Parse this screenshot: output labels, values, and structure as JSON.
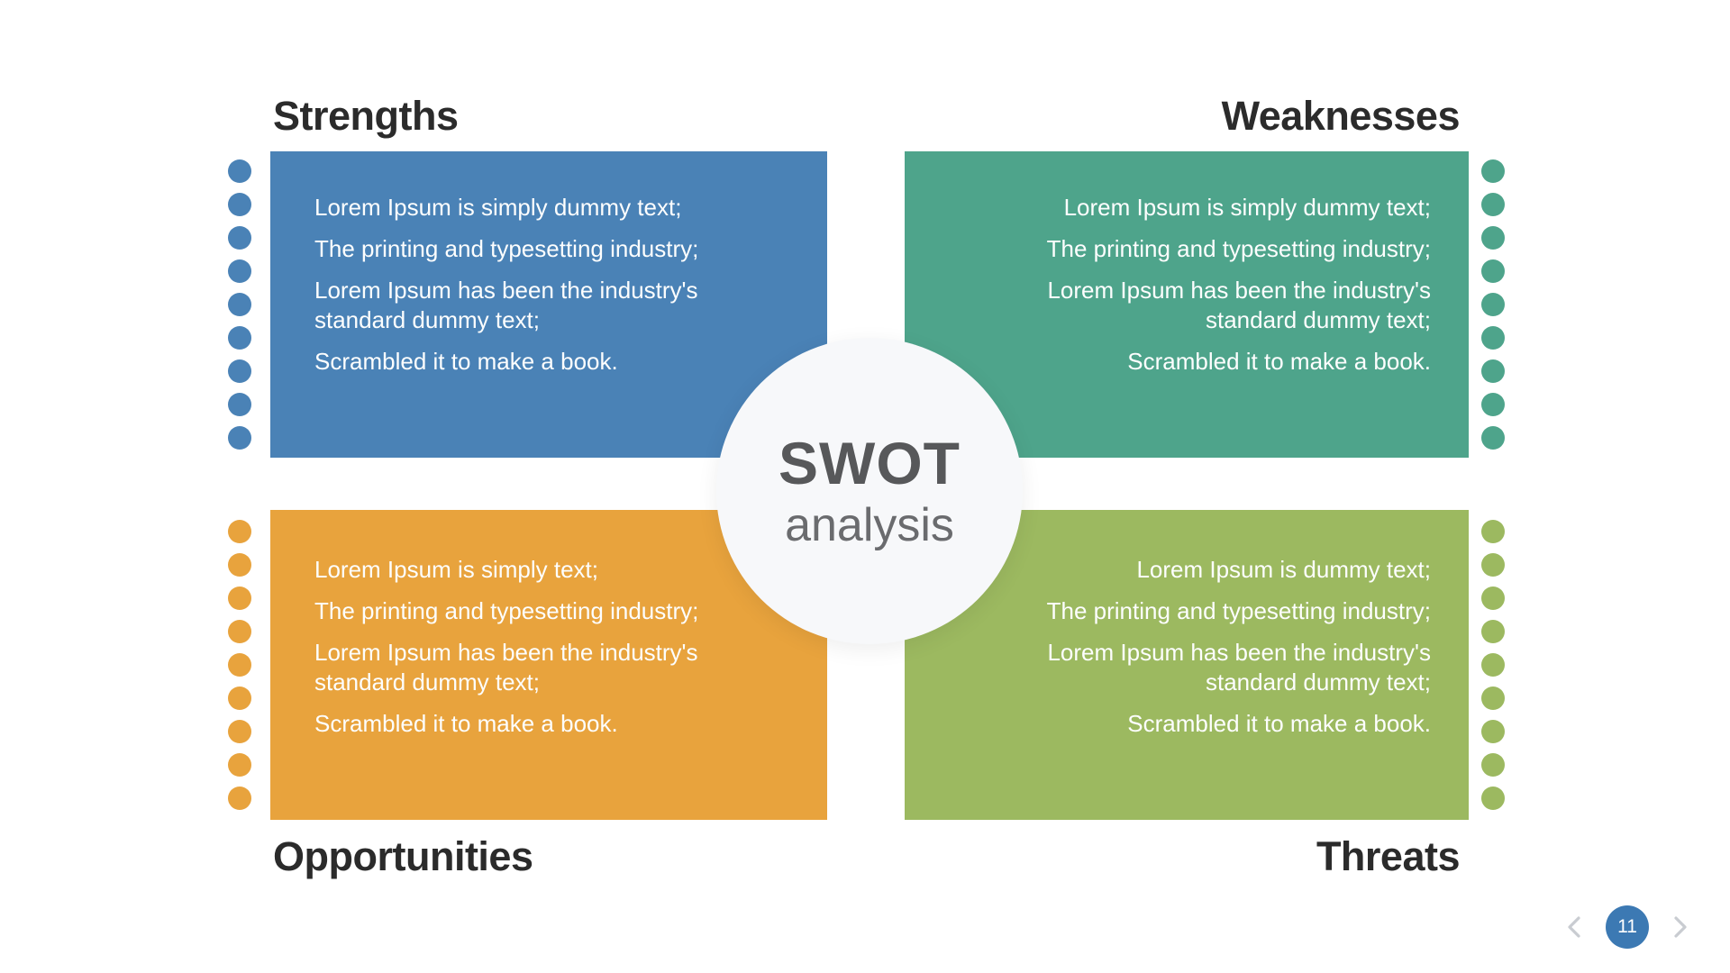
{
  "slide": {
    "center_circle": {
      "title": "SWOT",
      "subtitle": "analysis"
    },
    "quadrants": {
      "strengths": {
        "title": "Strengths",
        "items": [
          "Lorem Ipsum is simply dummy text;",
          "The printing and typesetting industry;",
          [
            "Lorem Ipsum has been the industry's",
            "standard dummy text;"
          ],
          "Scrambled it to make a book."
        ]
      },
      "weaknesses": {
        "title": "Weaknesses",
        "items": [
          "Lorem Ipsum is simply dummy text;",
          "The printing and typesetting industry;",
          [
            "Lorem Ipsum has been the industry's",
            "standard dummy text;"
          ],
          "Scrambled it to make a book."
        ]
      },
      "opportunities": {
        "title": "Opportunities",
        "items": [
          "Lorem Ipsum is simply text;",
          "The printing and typesetting industry;",
          [
            "Lorem Ipsum has been the industry's",
            "standard dummy text;"
          ],
          "Scrambled it to make a book."
        ]
      },
      "threats": {
        "title": "Threats",
        "items": [
          "Lorem Ipsum is dummy text;",
          "The printing and typesetting industry;",
          [
            "Lorem Ipsum has been the industry's",
            "standard dummy text;"
          ],
          "Scrambled it to make a book."
        ]
      }
    },
    "pagination": {
      "current_page": "11"
    },
    "colors": {
      "strengths_blue": "#4A82B6",
      "weaknesses_green": "#4EA48B",
      "opportunities_orange": "#E8A33D",
      "threats_olive": "#9CB960",
      "title_text": "#2B2B2B",
      "body_text": "#FDFEFE",
      "swot_text": "#57585A",
      "analysis_text": "#6A6B6E",
      "center_circle_bg": "#F7F8FA",
      "pagination_badge": "#3C79B3",
      "nav_chevron": "#C9CCD1"
    }
  }
}
